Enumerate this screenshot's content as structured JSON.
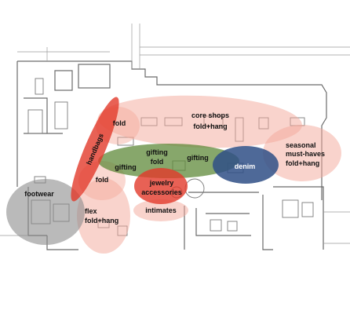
{
  "colors": {
    "red": "#e23a2a",
    "pink": "#f7b9ad",
    "green": "#5f8a3a",
    "blue": "#2f4f86",
    "grey": "#9a9a9a",
    "wall": "#555555",
    "fixture": "#8a8a8a"
  },
  "zones": {
    "handbags": "handbags",
    "fold_left": "fold",
    "fold_mid": "fold",
    "core_shops_line1": "core shops",
    "core_shops_line2": "fold+hang",
    "seasonal_line1": "seasonal",
    "seasonal_line2": "must-haves",
    "seasonal_line3": "fold+hang",
    "gifting_fold_line1": "gifting",
    "gifting_fold_line2": "fold",
    "gifting_left": "gifting",
    "gifting_right": "gifting",
    "denim": "denim",
    "jewelry_line1": "jewelry",
    "jewelry_line2": "accessories",
    "footwear": "footwear",
    "flex_line1": "flex",
    "flex_line2": "fold+hang",
    "intimates": "intimates"
  }
}
